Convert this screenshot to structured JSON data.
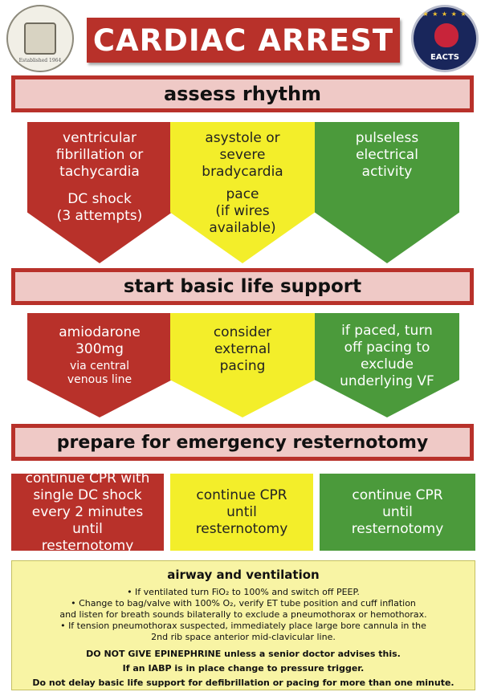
{
  "header": {
    "title": "CARDIAC ARREST",
    "logo_left_text": "Established 1964",
    "logo_right_text": "EACTS"
  },
  "band1": "assess rhythm",
  "band2": "start basic life support",
  "band3": "prepare for emergency resternotomy",
  "row1": [
    {
      "lines": [
        "ventricular",
        "fibrillation or",
        "tachycardia"
      ],
      "extra": [
        "DC shock",
        "(3 attempts)"
      ]
    },
    {
      "lines": [
        "asystole or",
        "severe",
        "bradycardia"
      ],
      "extra": [
        "pace",
        "(if wires",
        "available)"
      ]
    },
    {
      "lines": [
        "pulseless",
        "electrical",
        "activity"
      ],
      "extra": []
    }
  ],
  "row2": [
    {
      "lines": [
        "amiodarone",
        "300mg"
      ],
      "small": [
        "via central",
        "venous line"
      ]
    },
    {
      "lines": [
        "consider",
        "external",
        "pacing"
      ],
      "small": []
    },
    {
      "lines": [
        "if paced, turn",
        "off pacing to",
        "exclude",
        "underlying VF"
      ],
      "small": []
    }
  ],
  "row3": [
    {
      "lines": [
        "continue CPR with",
        "single DC shock",
        "every 2 minutes until",
        "resternotomy"
      ]
    },
    {
      "lines": [
        "continue CPR",
        "until",
        "resternotomy"
      ]
    },
    {
      "lines": [
        "continue CPR",
        "until",
        "resternotomy"
      ]
    }
  ],
  "airway": {
    "heading": "airway and ventilation",
    "bullet1": "• If ventilated turn FiO₂ to 100% and switch off PEEP.",
    "bullet2a": "• Change to bag/valve with 100% O₂, verify ET tube position and cuff inflation",
    "bullet2b": "and listen for breath sounds bilaterally to exclude a pneumothorax or hemothorax.",
    "bullet3a": "• If tension pneumothorax suspected, immediately place large bore cannula in the",
    "bullet3b": "2nd rib space anterior mid-clavicular line.",
    "warning1": "DO NOT GIVE EPINEPHRINE unless a senior doctor advises this.",
    "warning2": "If an IABP is in place change to pressure trigger.",
    "warning3": "Do not delay basic life support for defibrillation or pacing for more than one minute."
  },
  "colors": {
    "red": "#b8312a",
    "yellow": "#f3ee2a",
    "green": "#4b9a3b",
    "pink": "#efc9c6"
  }
}
